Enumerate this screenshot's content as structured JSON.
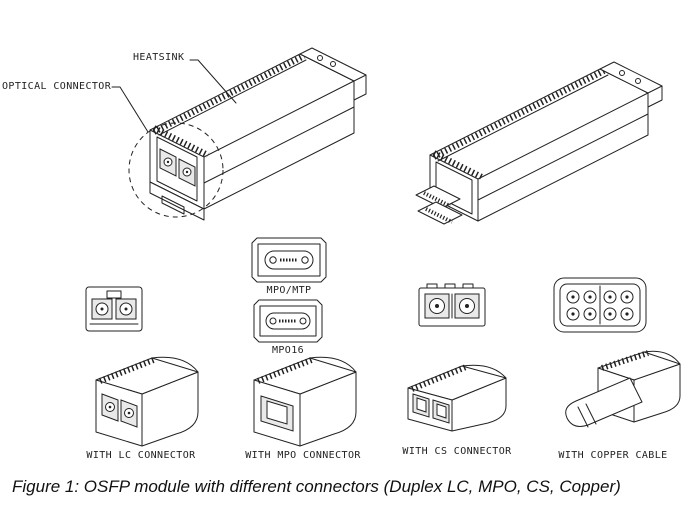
{
  "figure": {
    "caption": "Figure 1: OSFP module with different connectors (Duplex LC, MPO, CS, Copper)"
  },
  "callouts": {
    "heatsink": "HEATSINK",
    "optical_connector": "OPTICAL CONNECTOR"
  },
  "connector_faces": {
    "mpo_mtp": "MPO/MTP",
    "mpo16": "MPO16"
  },
  "connector_views": {
    "lc": "WITH LC CONNECTOR",
    "mpo": "WITH MPO CONNECTOR",
    "cs": "WITH CS CONNECTOR",
    "copper": "WITH COPPER CABLE"
  },
  "colors": {
    "line": "#222222",
    "background": "#ffffff"
  }
}
